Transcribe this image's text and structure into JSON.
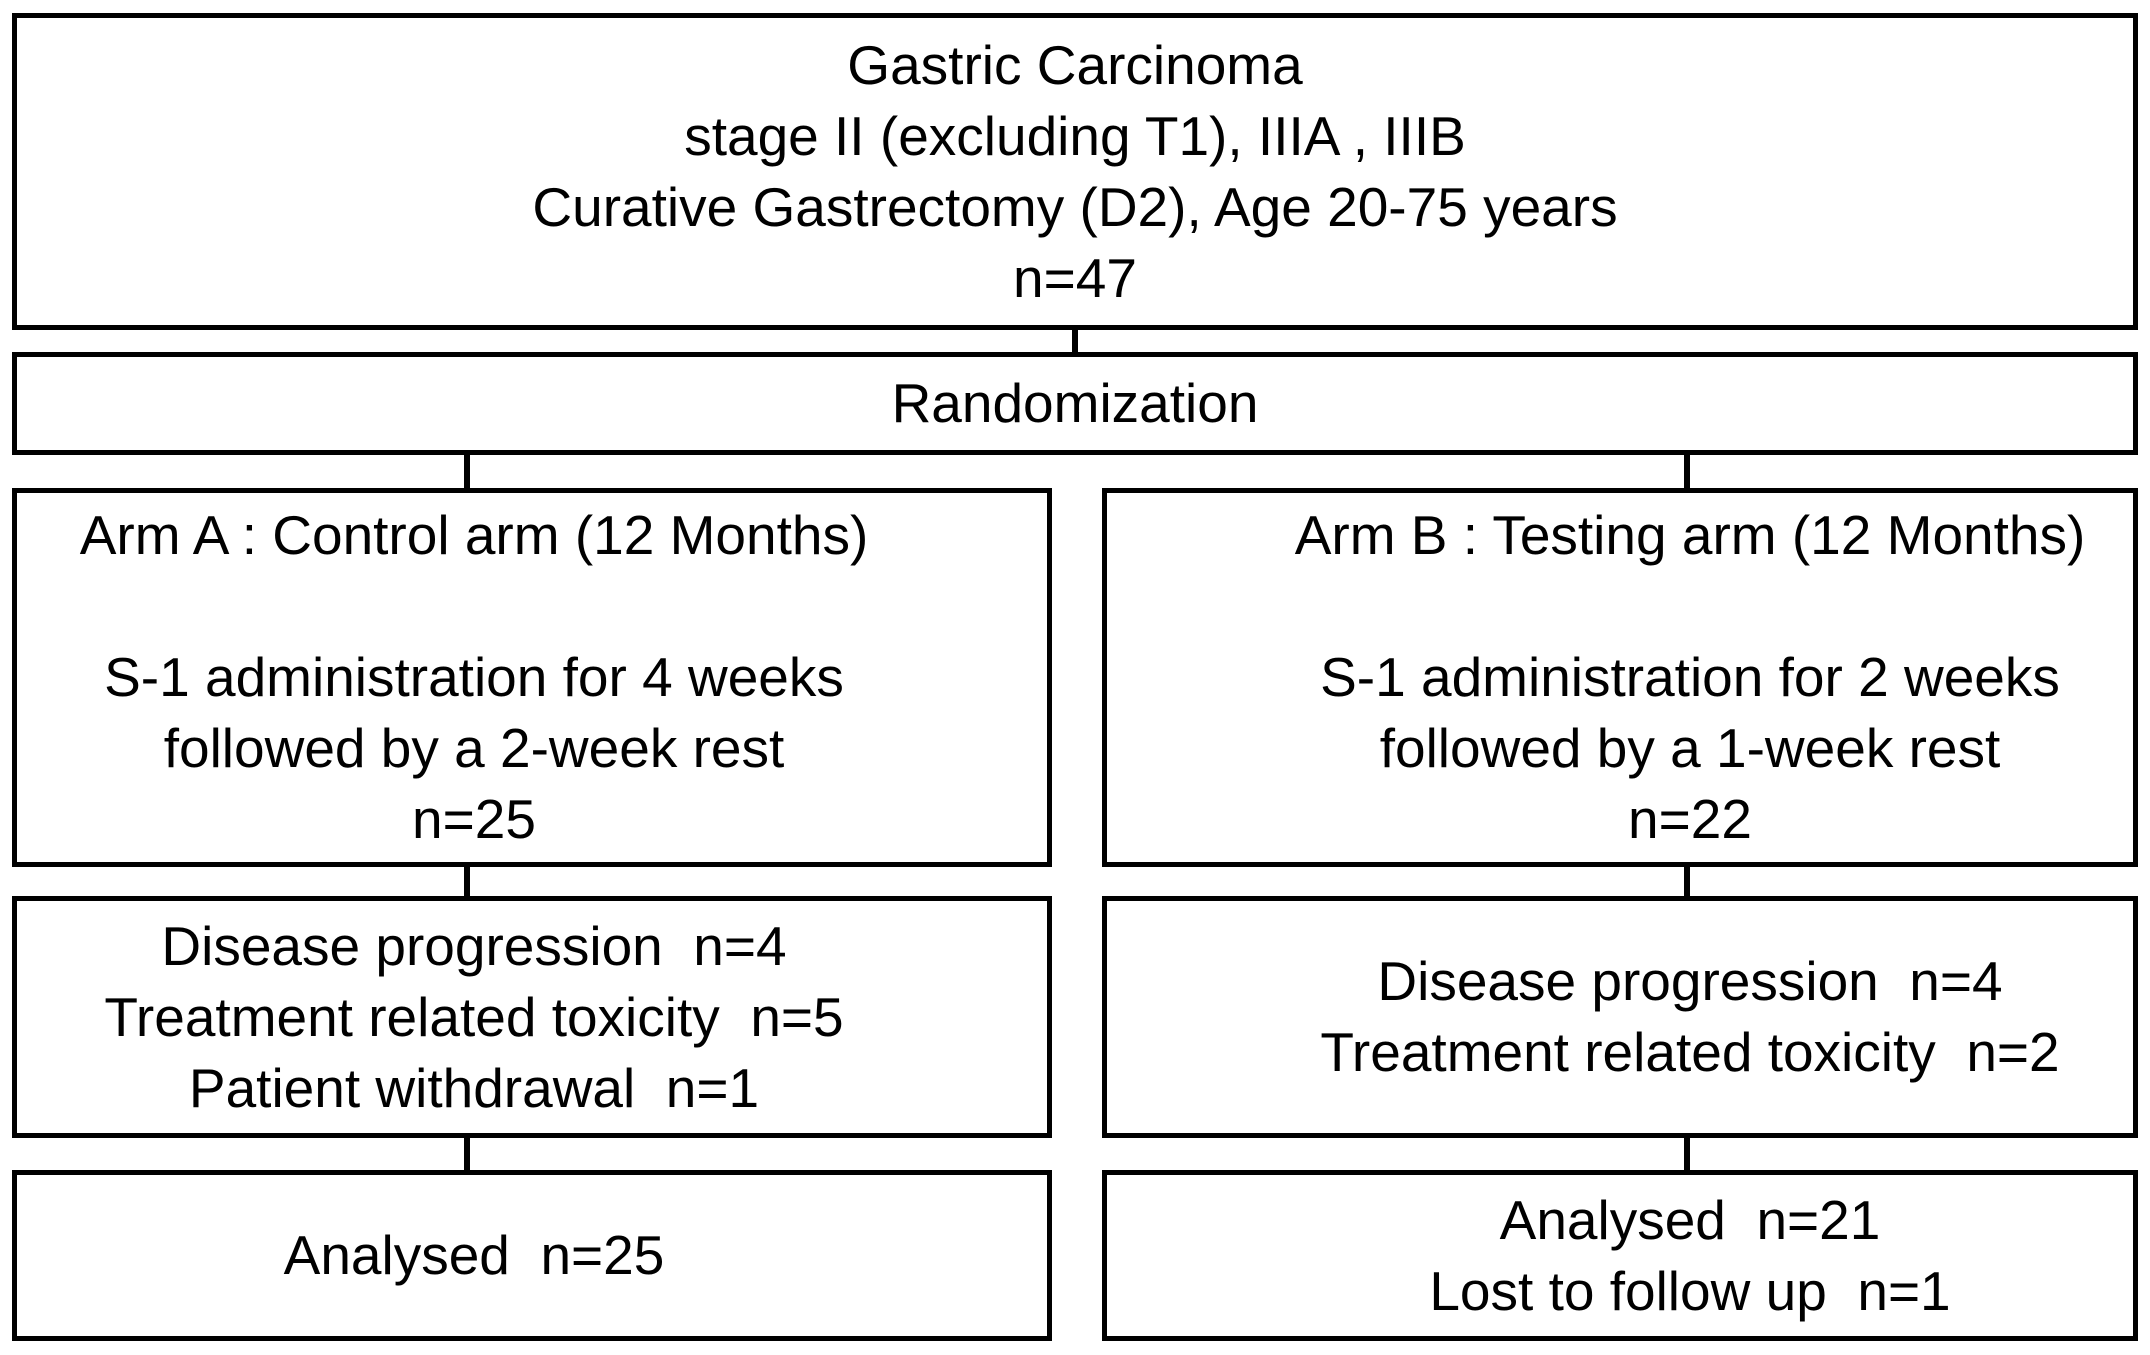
{
  "colors": {
    "background": "#ffffff",
    "box_border": "#000000",
    "text": "#000000"
  },
  "eligibility": {
    "lines": [
      "Gastric Carcinoma",
      "stage II (excluding T1), IIIA , IIIB",
      "Curative Gastrectomy (D2), Age 20-75 years",
      "n=47"
    ]
  },
  "randomization": {
    "label": "Randomization"
  },
  "arm_a": {
    "title": "Arm A : Control arm (12 Months)",
    "lines": [
      "S-1 administration for 4 weeks",
      "followed by a 2-week rest",
      "n=25"
    ]
  },
  "arm_b": {
    "title": "Arm B : Testing arm (12 Months)",
    "lines": [
      "S-1 administration for 2 weeks",
      "followed by a 1-week rest",
      "n=22"
    ]
  },
  "dropout_a": {
    "lines": [
      "Disease progression  n=4",
      "Treatment related toxicity  n=5",
      "Patient withdrawal  n=1"
    ]
  },
  "dropout_b": {
    "lines": [
      "Disease progression  n=4",
      "Treatment related toxicity  n=2"
    ]
  },
  "analysed_a": {
    "lines": [
      "Analysed  n=25"
    ]
  },
  "analysed_b": {
    "lines": [
      "Analysed  n=21",
      "Lost to follow up  n=1"
    ]
  }
}
